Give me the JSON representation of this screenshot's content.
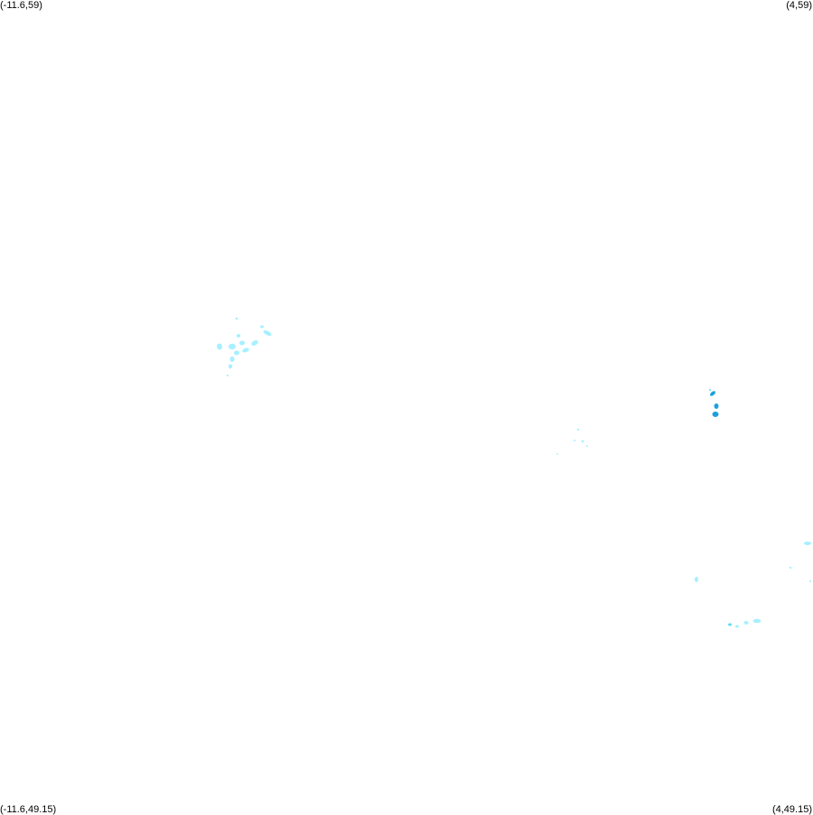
{
  "map": {
    "corners": {
      "top_left": "(-11.6,59)",
      "top_right": "(4,59)",
      "bottom_left": "(-11.6,49.15)",
      "bottom_right": "(4,49.15)"
    },
    "bounds": {
      "lon_min": -11.6,
      "lon_max": 4,
      "lat_min": 49.15,
      "lat_max": 59
    },
    "colors": {
      "background": "#ffffff",
      "light_cyan": "#a6f0ff",
      "medium_cyan": "#5fd9f5",
      "deep_blue": "#1ea0dc"
    }
  }
}
